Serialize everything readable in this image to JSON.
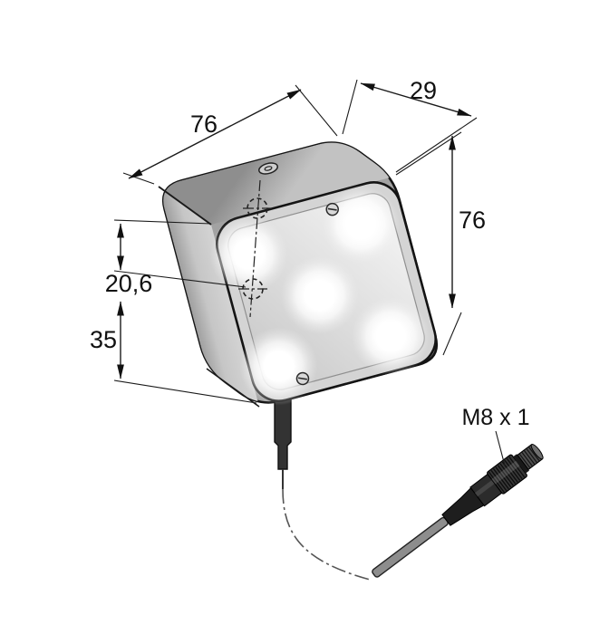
{
  "drawing": {
    "type": "technical-dimension-drawing",
    "subject": "square 5-LED area light with cable and M8 pigtail connector",
    "labels": {
      "width": "76",
      "depth": "29",
      "height": "76",
      "hole_offset": "20,6",
      "hole_pitch": "35",
      "connector": "M8 x 1"
    },
    "led_count": 5,
    "colors": {
      "line": "#1a1a1a",
      "body_top": "#a2a2a2",
      "body_side": "#c9c9c9",
      "front_housing": "#d4d4d4",
      "lens": "#e6e6e6",
      "connector_body": "#2b2b2b",
      "cable": "#8d8d8d"
    }
  }
}
